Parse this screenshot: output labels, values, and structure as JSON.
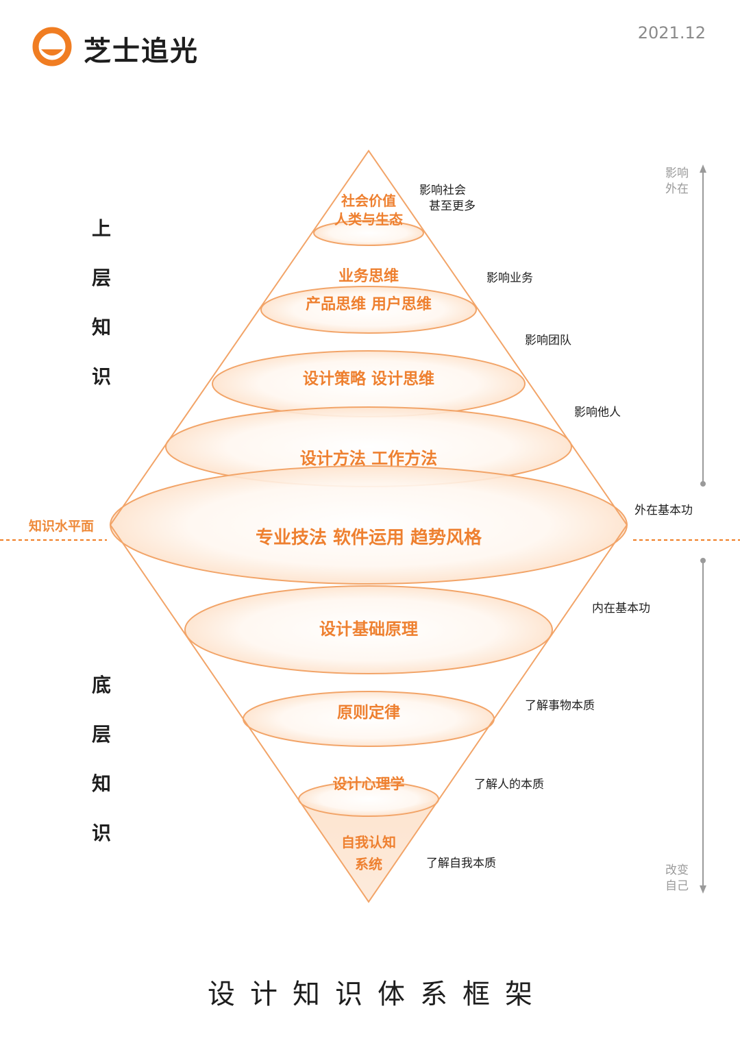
{
  "header": {
    "brand": "芝士追光",
    "date": "2021.12"
  },
  "colors": {
    "accent": "#f07d22",
    "layer_text": "#ee8030",
    "outline": "#f2a468",
    "axis": "#9a9a9a"
  },
  "left_labels": {
    "upper": [
      "上",
      "层",
      "知",
      "识"
    ],
    "lower": [
      "底",
      "层",
      "知",
      "识"
    ],
    "water_level": "知识水平面"
  },
  "right_axis": {
    "top_label": [
      "影响",
      "外在"
    ],
    "bottom_label": [
      "改变",
      "自己"
    ]
  },
  "layers": [
    {
      "lines": [
        "社会价值",
        "人类与生态"
      ],
      "note": [
        "影响社会",
        "甚至更多"
      ]
    },
    {
      "lines": [
        "业务思维",
        "产品思维   用户思维"
      ],
      "note": [
        "影响业务"
      ]
    },
    {
      "lines": [
        "设计策略   设计思维"
      ],
      "note": [
        "影响团队"
      ]
    },
    {
      "lines": [
        "设计方法   工作方法"
      ],
      "note": [
        "影响他人"
      ]
    },
    {
      "lines": [
        "专业技法   软件运用   趋势风格"
      ],
      "note": [
        "外在基本功"
      ]
    },
    {
      "lines": [
        "设计基础原理"
      ],
      "note": [
        "内在基本功"
      ]
    },
    {
      "lines": [
        "原则定律"
      ],
      "note": [
        "了解事物本质"
      ]
    },
    {
      "lines": [
        "设计心理学"
      ],
      "note": [
        "了解人的本质"
      ]
    },
    {
      "lines": [
        "自我认知",
        "系统"
      ],
      "note": [
        "了解自我本质"
      ]
    }
  ],
  "footer": {
    "title": "设计知识体系框架"
  }
}
